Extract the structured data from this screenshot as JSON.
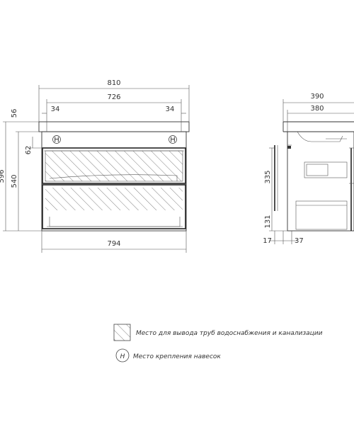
{
  "front_view": {
    "overall_width": "810",
    "inner_width": "726",
    "left_offset": "34",
    "right_offset": "34",
    "bottom_width": "794",
    "top_thickness": "56",
    "drawer_offset": "62",
    "total_height": "596",
    "body_height": "540",
    "hanger_mark": "H"
  },
  "side_view": {
    "overall_depth": "390",
    "inner_depth": "380",
    "upper_drawer_height": "335",
    "lower_drawer_height": "131",
    "left_gap": "17",
    "right_gap": "37"
  },
  "legend": {
    "pipes_text": "Место для вывода труб водоснабжения и канализации",
    "hanger_symbol": "H",
    "hanger_text": "Место крепления навесок"
  }
}
